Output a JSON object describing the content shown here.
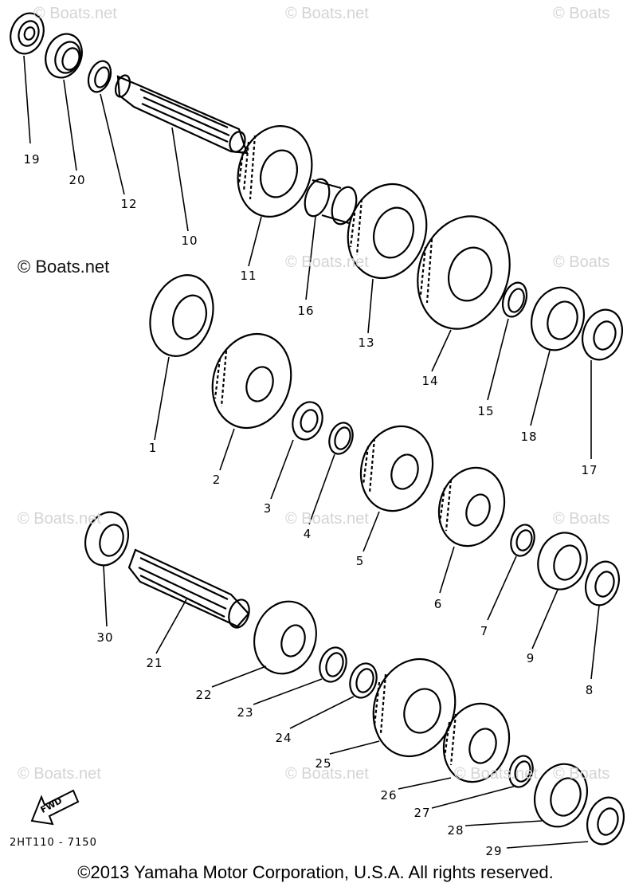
{
  "watermarks": [
    "© Boats.net",
    "© Boats.net",
    "© Boats",
    "© Boats.net",
    "© Boats",
    "© Boats.net",
    "© Boats.net",
    "© Boats",
    "© Boats.net",
    "© Boats.net",
    "© Boats.net",
    "© Boats"
  ],
  "watermark_main": "© Boats.net",
  "labels": [
    "19",
    "20",
    "12",
    "10",
    "11",
    "16",
    "13",
    "14",
    "15",
    "18",
    "17",
    "1",
    "2",
    "3",
    "4",
    "5",
    "6",
    "7",
    "9",
    "8",
    "30",
    "21",
    "22",
    "23",
    "24",
    "25",
    "26",
    "27",
    "28",
    "29"
  ],
  "fwd_label": "FWD",
  "diagram_code": "2HT110 - 7150",
  "copyright": "©2013 Yamaha Motor Corporation, U.S.A. All rights reserved."
}
